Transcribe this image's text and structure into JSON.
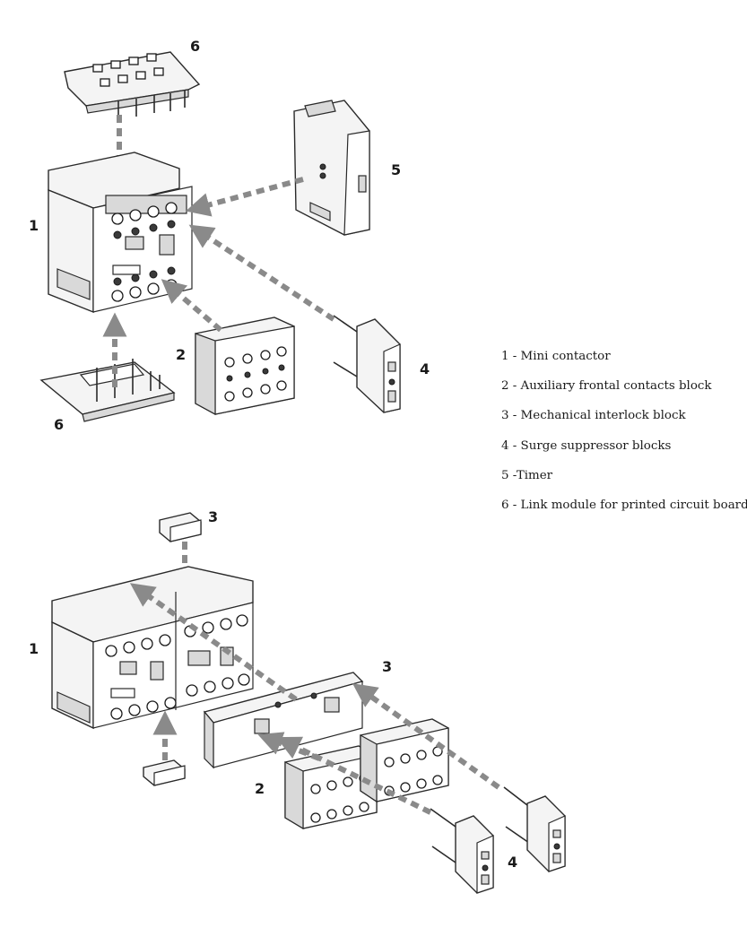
{
  "callouts": {
    "top_link_module": "6",
    "top_mini_contactor": "1",
    "top_timer": "5",
    "top_aux_block": "2",
    "top_surge_block": "4",
    "top_bottom_link_module": "6",
    "bottom_interlock_top": "3",
    "bottom_mini_contactor": "1",
    "bottom_interlock_right": "3",
    "bottom_aux_block": "2",
    "bottom_surge_block": "4"
  },
  "legend": {
    "items": [
      {
        "number": "1",
        "label": "1 - Mini  contactor"
      },
      {
        "number": "2",
        "label": "2 - Auxiliary frontal contacts block"
      },
      {
        "number": "3",
        "label": "3 - Mechanical interlock block"
      },
      {
        "number": "4",
        "label": "4 - Surge suppressor blocks"
      },
      {
        "number": "5",
        "label": "5 -Timer"
      },
      {
        "number": "6",
        "label": "6 - Link module for printed circuit board"
      }
    ]
  },
  "colors": {
    "arrow": "#8a8a8a",
    "outline": "#2a2a2a",
    "background": "#ffffff"
  }
}
